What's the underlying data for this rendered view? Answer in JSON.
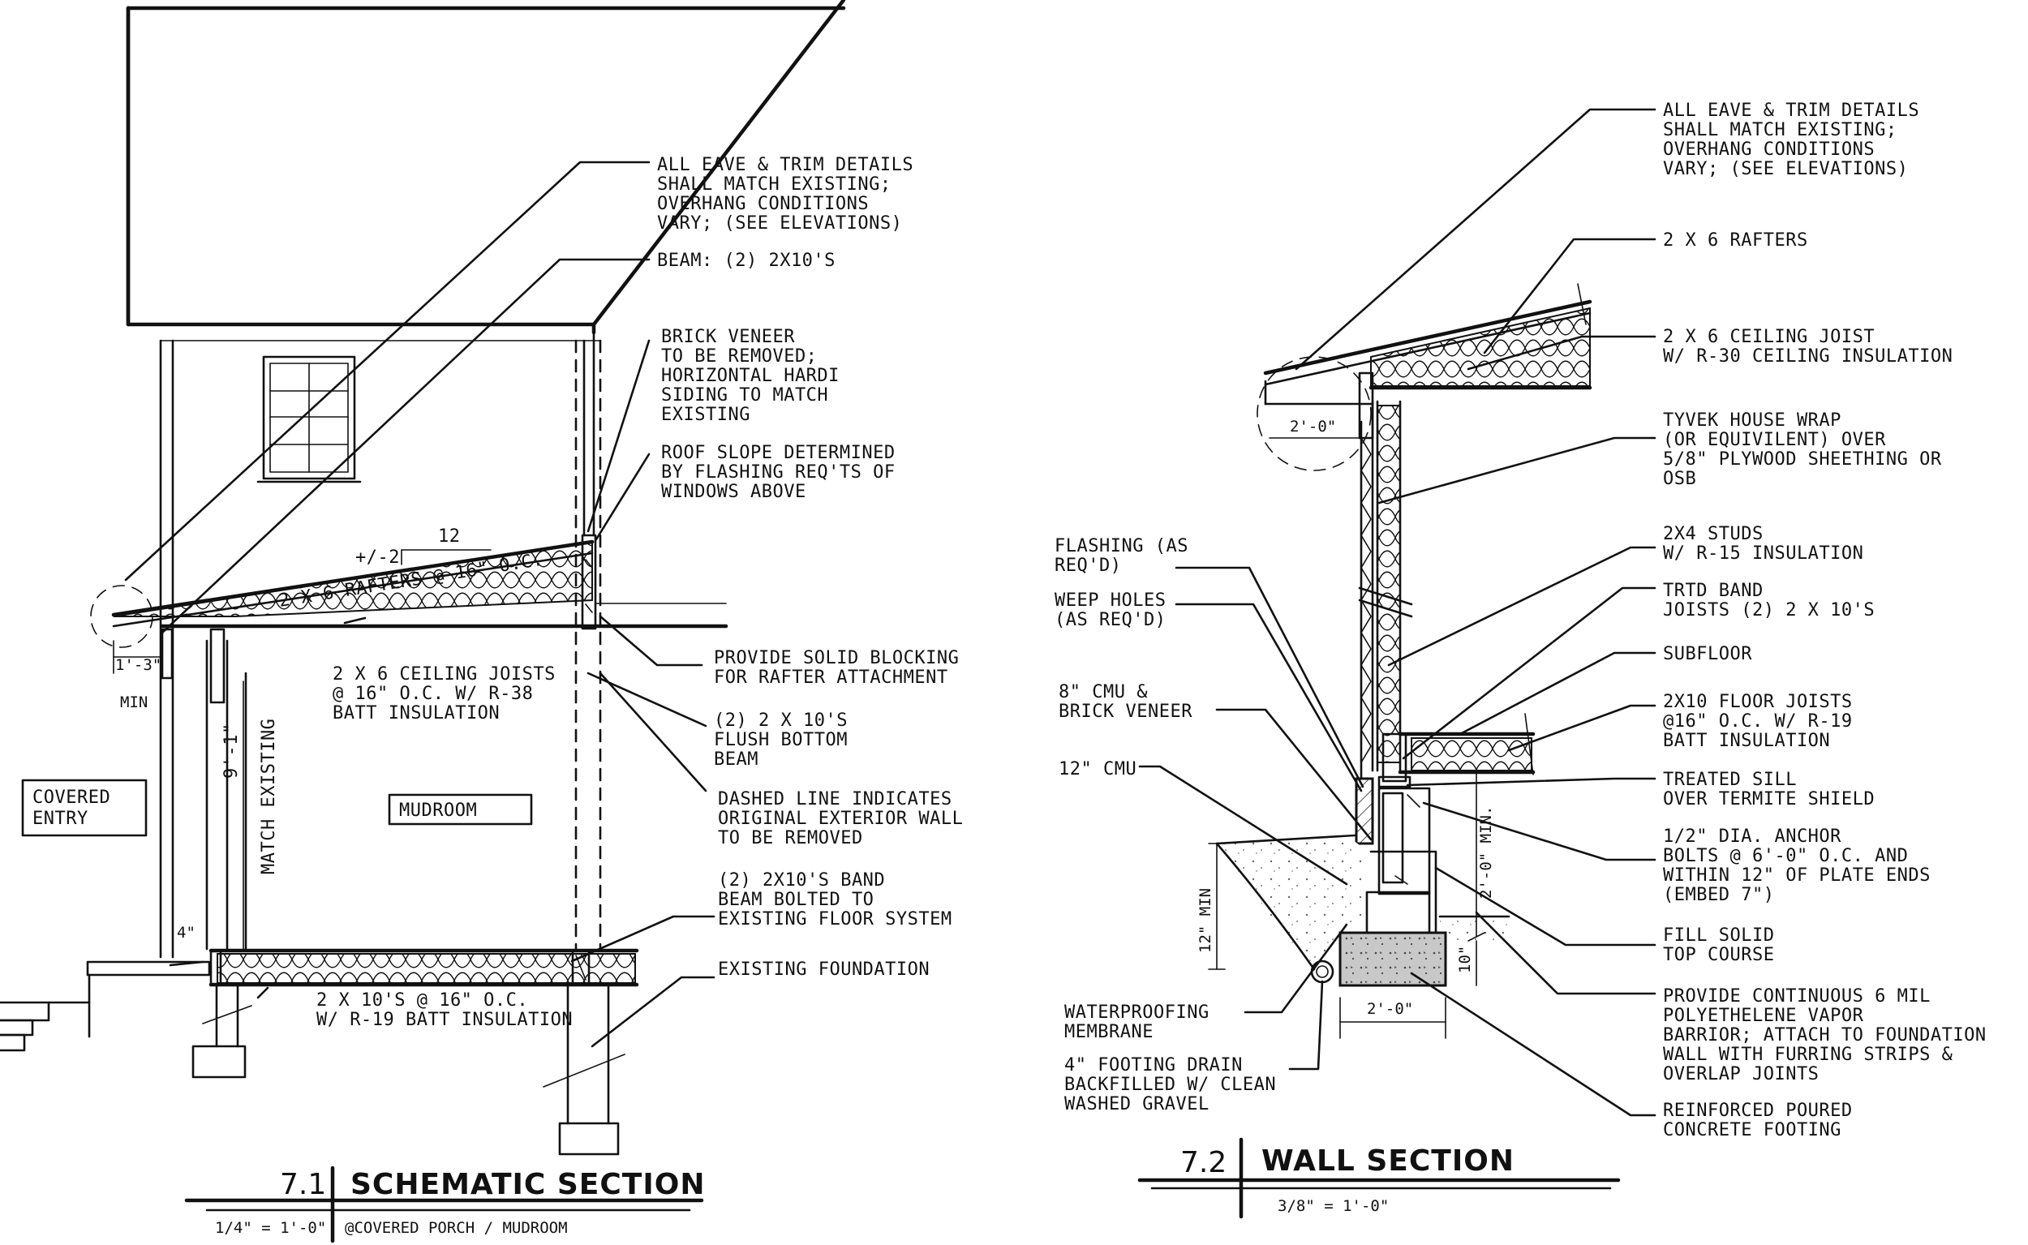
{
  "left_section": {
    "notes": {
      "eave": [
        "ALL EAVE & TRIM DETAILS",
        "SHALL MATCH EXISTING;",
        "OVERHANG CONDITIONS",
        "VARY; (SEE ELEVATIONS)"
      ],
      "beam": "BEAM: (2) 2X10'S",
      "brick": [
        "BRICK VENEER",
        "TO BE REMOVED;",
        "HORIZONTAL HARDI",
        "SIDING TO MATCH",
        "EXISTING"
      ],
      "slope": [
        "ROOF SLOPE DETERMINED",
        "BY FLASHING REQ'TS OF",
        "WINDOWS ABOVE"
      ],
      "blocking": [
        "PROVIDE SOLID BLOCKING",
        "FOR RAFTER ATTACHMENT"
      ],
      "flush": [
        "(2) 2 X 10'S",
        "FLUSH BOTTOM",
        "BEAM"
      ],
      "dashed": [
        "DASHED LINE INDICATES",
        "ORIGINAL EXTERIOR WALL",
        "TO BE REMOVED"
      ],
      "band": [
        "(2) 2X10'S BAND",
        "BEAM BOLTED TO",
        "EXISTING FLOOR SYSTEM"
      ],
      "foundation": "EXISTING FOUNDATION",
      "joists": [
        "2 X 6 CEILING JOISTS",
        "@ 16\" O.C. W/ R-38",
        "BATT INSULATION"
      ],
      "floor": [
        "2 X 10'S @ 16\" O.C.",
        "W/ R-19 BATT INSULATION"
      ],
      "rafters": "2 X 6 RAFTERS @ 16\" O.C.",
      "pitch_run": "12",
      "pitch_rise": "+/-2",
      "overhang": "1'-3\"",
      "min": "MIN",
      "height": "9'-1\"",
      "match": "MATCH EXISTING",
      "four": "4\""
    },
    "rooms": {
      "covered_entry": [
        "COVERED",
        "ENTRY"
      ],
      "mudroom": "MUDROOM"
    },
    "title": {
      "number": "7.1",
      "name": "SCHEMATIC SECTION",
      "scale": "1/4\" = 1'-0\"",
      "subtitle": "@COVERED PORCH / MUDROOM"
    }
  },
  "right_section": {
    "notes": {
      "eave": [
        "ALL EAVE & TRIM DETAILS",
        "SHALL MATCH EXISTING;",
        "OVERHANG CONDITIONS",
        "VARY; (SEE ELEVATIONS)"
      ],
      "rafters": "2 X 6 RAFTERS",
      "ceiling": [
        "2 X 6 CEILING JOIST",
        "W/ R-30 CEILING INSULATION"
      ],
      "tyvek": [
        "TYVEK HOUSE WRAP",
        "(OR EQUIVILENT) OVER",
        "5/8\" PLYWOOD SHEETHING OR",
        "OSB"
      ],
      "studs": [
        "2X4 STUDS",
        "W/ R-15 INSULATION"
      ],
      "trtd": [
        "TRTD BAND",
        "JOISTS (2) 2 X 10'S"
      ],
      "subfloor": "SUBFLOOR",
      "floorjoists": [
        "2X10 FLOOR JOISTS",
        "@16\" O.C. W/ R-19",
        "BATT INSULATION"
      ],
      "sill": [
        "TREATED SILL",
        "OVER TERMITE SHIELD"
      ],
      "anchor": [
        "1/2\" DIA. ANCHOR",
        "BOLTS @ 6'-0\" O.C. AND",
        "WITHIN 12\" OF PLATE ENDS",
        "(EMBED 7\")"
      ],
      "fill": [
        "FILL SOLID",
        "TOP COURSE"
      ],
      "vapor": [
        "PROVIDE CONTINUOUS 6 MIL",
        "POLYETHELENE VAPOR",
        "BARRIOR; ATTACH TO FOUNDATION",
        "WALL WITH FURRING STRIPS &",
        "OVERLAP JOINTS"
      ],
      "footing": [
        "REINFORCED POURED",
        "CONCRETE FOOTING"
      ],
      "flashing": [
        "FLASHING (AS",
        "REQ'D)"
      ],
      "weep": [
        "WEEP HOLES",
        "(AS REQ'D)"
      ],
      "cmu_brick": [
        "8\" CMU &",
        "BRICK VENEER"
      ],
      "cmu12": "12\" CMU",
      "waterproof": [
        "WATERPROOFING",
        "MEMBRANE"
      ],
      "drain": [
        "4\" FOOTING DRAIN",
        "BACKFILLED W/ CLEAN",
        "WASHED GRAVEL"
      ],
      "overhang": "2'-0\"",
      "depth": "2'-0\" MIN.",
      "min12": "12\" MIN",
      "ten": "10\"",
      "width": "2'-0\""
    },
    "title": {
      "number": "7.2",
      "name": "WALL SECTION",
      "scale": "3/8\" = 1'-0\""
    }
  }
}
